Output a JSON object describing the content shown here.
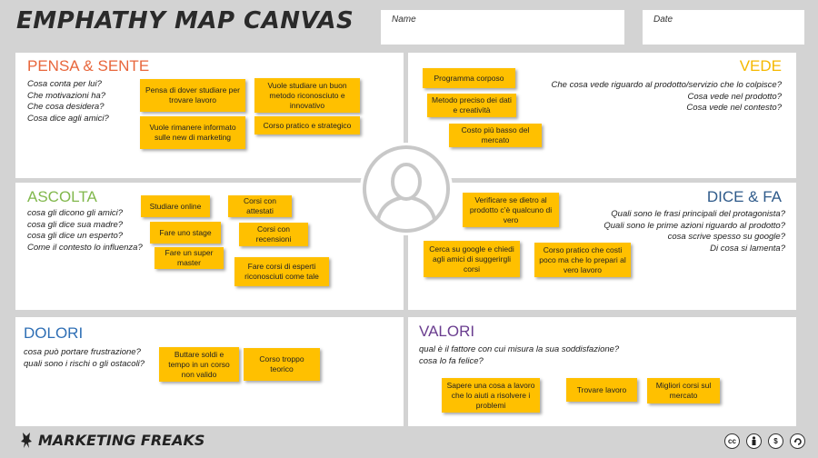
{
  "title": "EMPHATHY MAP CANVAS",
  "fields": {
    "name_label": "Name",
    "date_label": "Date"
  },
  "pensa": {
    "heading": "PENSA & SENTE",
    "color": "#e8663b",
    "questions": [
      "Cosa conta per lui?",
      "Che motivazioni ha?",
      "Che cosa desidera?",
      "Cosa dice agli amici?"
    ],
    "notes": [
      "Pensa di dover studiare per trovare lavoro",
      "Vuole rimanere informato sulle new di marketing",
      "Vuole studiare un buon metodo riconosciuto e innovativo",
      "Corso pratico e strategico"
    ]
  },
  "vede": {
    "heading": "VEDE",
    "color": "#f5b800",
    "questions": [
      "Che cosa vede riguardo al prodotto/servizio che lo colpisce?",
      "Cosa vede nel prodotto?",
      "Cosa vede nel contesto?"
    ],
    "notes": [
      "Programma corposo",
      "Metodo preciso dei dati e creatività",
      "Costo più basso del mercato"
    ]
  },
  "ascolta": {
    "heading": "ASCOLTA",
    "color": "#82b84d",
    "questions": [
      "cosa gli dicono gli amici?",
      "cosa gli dice sua madre?",
      "cosa gli dice un esperto?",
      "Come il contesto lo influenza?"
    ],
    "notes": [
      "Studiare online",
      "Fare uno stage",
      "Fare un super master",
      "Corsi con attestati",
      "Corsi con recensioni",
      "Fare corsi di esperti riconosciuti come tale"
    ]
  },
  "dice": {
    "heading": "DICE & FA",
    "color": "#2e5a8a",
    "questions": [
      "Quali sono le frasi principali del protagonista?",
      "Quali sono le prime azioni riguardo al prodotto?",
      "cosa scrive spesso su google?",
      "Di cosa si lamenta?"
    ],
    "notes": [
      "Verificare se dietro al prodotto c’è qualcuno di vero",
      "Cerca su google e chiedi agli amici di suggerirgli corsi",
      "Corso pratico che costi poco ma che lo prepari al vero lavoro"
    ]
  },
  "dolori": {
    "heading": "DOLORI",
    "color": "#2f6fb5",
    "questions": [
      "cosa può portare frustrazione?",
      "quali sono i rischi o gli ostacoli?"
    ],
    "notes": [
      "Buttare soldi  e tempo in un corso non valido",
      "Corso troppo teorico"
    ]
  },
  "valori": {
    "heading": "VALORI",
    "color": "#6a3d8f",
    "questions": [
      "qual è il fattore con cui misura la sua soddisfazione?",
      "cosa lo fa felice?"
    ],
    "notes": [
      "Sapere una cosa a lavoro che lo aiuti a risolvere i problemi",
      "Trovare lavoro",
      "Migliori corsi sul mercato"
    ]
  },
  "footer": {
    "brand": "MARKETING FREAKS",
    "license_icons": [
      "cc-icon",
      "by-icon",
      "nc-icon",
      "sa-icon"
    ]
  }
}
